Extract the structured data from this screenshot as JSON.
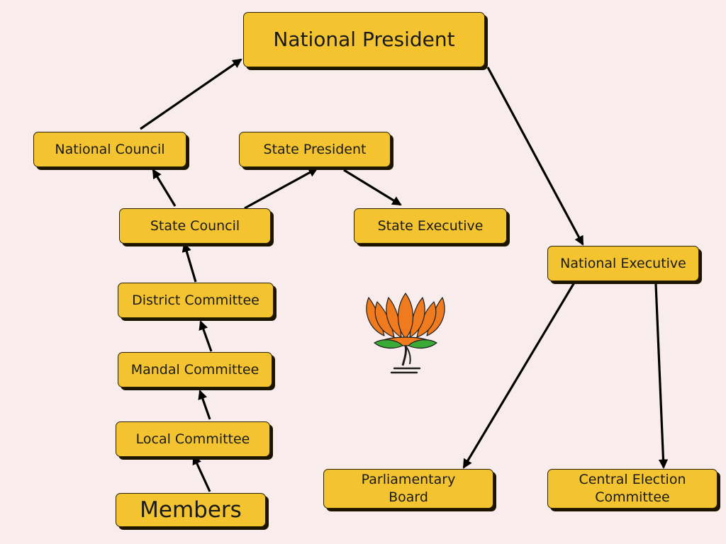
{
  "nodes": {
    "national_president": "National President",
    "national_council": "National Council",
    "state_president": "State President",
    "state_council": "State  Council",
    "state_executive": "State Executive",
    "national_executive": "National Executive",
    "district_committee": "District Committee",
    "mandal_committee": "Mandal Committee",
    "local_committee": "Local Committee",
    "members": "Members",
    "parliamentary_board": "Parliamentary\nBoard",
    "central_election_committee": "Central Election\nCommittee"
  },
  "colors": {
    "background": "#f8ecec",
    "box_fill": "#f4c430",
    "box_shadow": "#1b1500",
    "arrow": "#000000",
    "lotus_orange": "#f07a1e",
    "lotus_green": "#3aa935"
  },
  "logo_icon": "lotus-icon"
}
